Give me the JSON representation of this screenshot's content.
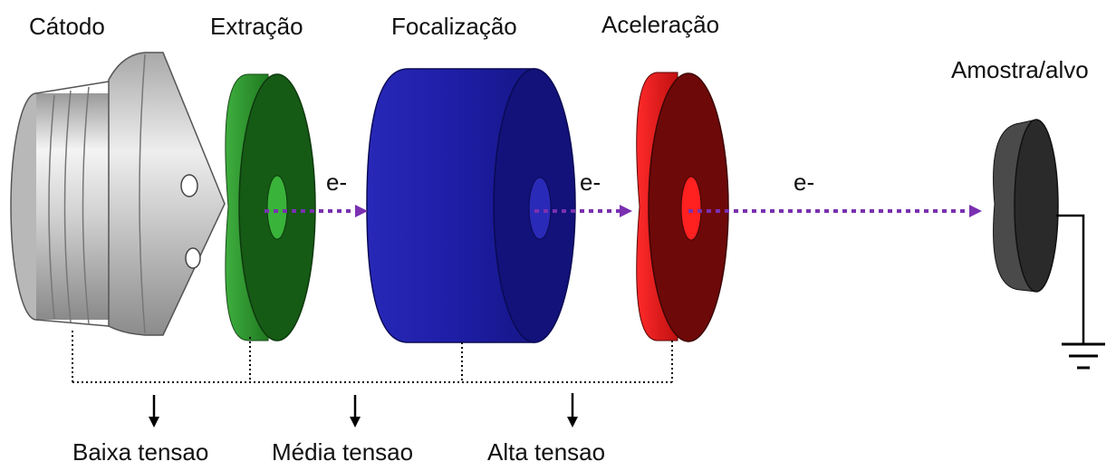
{
  "components": {
    "cathode": "Cátodo",
    "extraction": "Extração",
    "focusing": "Focalização",
    "acceleration": "Aceleração",
    "target": "Amostra/alvo"
  },
  "electron_label": "e-",
  "voltages": {
    "low": "Baixa tensao",
    "medium": "Média tensao",
    "high": "Alta tensao"
  },
  "colors": {
    "cathode": "#c8c8c8",
    "extraction": "#1f8a1f",
    "focusing": "#1a1a9a",
    "acceleration": "#d01010",
    "target": "#2a2a2a",
    "beam": "#7a30b0",
    "wire": "#000000"
  },
  "icons": [
    "ground-icon",
    "arrow-down-icon"
  ]
}
